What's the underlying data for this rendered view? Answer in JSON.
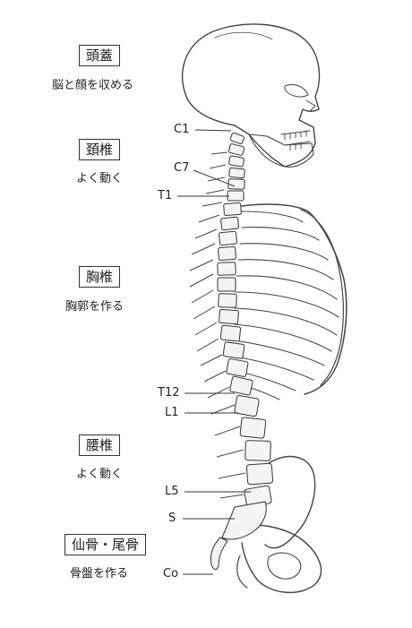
{
  "regions": [
    {
      "name": "頭蓋",
      "desc": "脳と顔を収める"
    },
    {
      "name": "頚椎",
      "desc": "よく動く"
    },
    {
      "name": "胸椎",
      "desc": "胸郭を作る"
    },
    {
      "name": "腰椎",
      "desc": "よく動く"
    },
    {
      "name": "仙骨・尾骨",
      "desc": "骨盤を作る"
    }
  ],
  "vertebra_labels": {
    "c1": "C1",
    "c7": "C7",
    "t1": "T1",
    "t12": "T12",
    "l1": "L1",
    "l5": "L5",
    "s": "S",
    "co": "Co"
  }
}
